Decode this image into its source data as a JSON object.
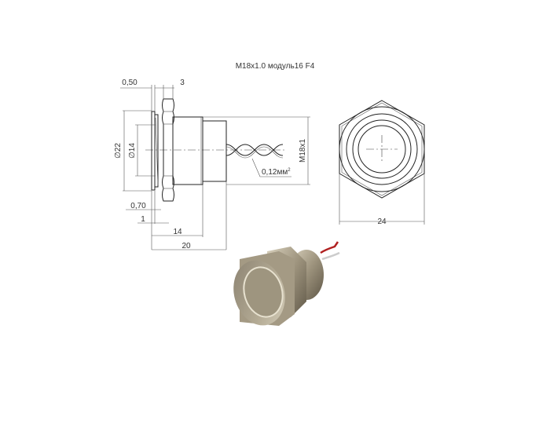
{
  "title": "M18x1.0 модуль16 F4",
  "dimensions": {
    "d050": "0,50",
    "d3": "3",
    "d22": "∅22",
    "d14": "∅14",
    "m18": "M18x1",
    "wire": "0,12мм",
    "wire_sup": "2",
    "d070": "0,70",
    "d1": "1",
    "d14len": "14",
    "d20": "20",
    "d24": "24"
  },
  "colors": {
    "metal": "#a89e88",
    "wire_red": "#b02020"
  }
}
